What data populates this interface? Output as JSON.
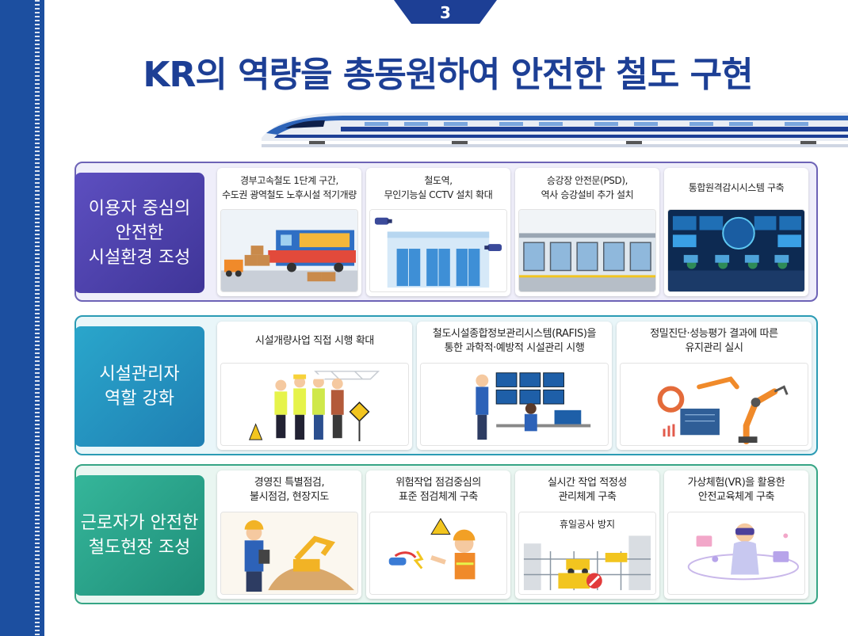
{
  "page_number": "3",
  "title": "KR의 역량을 총동원하여 안전한 철도 구현",
  "colors": {
    "brand_blue": "#1d3f95",
    "stripe_blue": "#1c4fa0",
    "section1": "#5d4fc0",
    "section2": "#2aa6cb",
    "section3": "#35b69a"
  },
  "sections": [
    {
      "label": "이용자 중심의\n안전한\n시설환경 조성",
      "cards": [
        {
          "title": "경부고속철도 1단계 구간,\n수도권 광역철도 노후시설 적기개량",
          "icon": "freight-train-icon"
        },
        {
          "title": "철도역,\n무인기능실 CCTV 설치 확대",
          "icon": "cctv-icon"
        },
        {
          "title": "승강장 안전문(PSD),\n역사 승강설비 추가 설치",
          "icon": "platform-door-icon"
        },
        {
          "title": "통합원격감시시스템 구축",
          "icon": "control-room-icon"
        }
      ]
    },
    {
      "label": "시설관리자\n역할 강화",
      "cards": [
        {
          "title": "시설개량사업 직접 시행 확대",
          "icon": "workers-icon"
        },
        {
          "title": "철도시설종합정보관리시스템(RAFIS)을\n통한 과학적·예방적 시설관리 시행",
          "icon": "monitoring-icon"
        },
        {
          "title": "정밀진단·성능평가 결과에 따른\n유지관리 실시",
          "icon": "robot-arm-icon"
        }
      ]
    },
    {
      "label": "근로자가 안전한\n철도현장 조성",
      "cards": [
        {
          "title": "경영진 특별점검,\n불시점검, 현장지도",
          "icon": "inspector-icon"
        },
        {
          "title": "위험작업 점검중심의\n표준 점검체계 구축",
          "icon": "electric-hazard-icon"
        },
        {
          "title": "실시간 작업 적정성\n관리체계 구축",
          "icon": "construction-site-icon",
          "caption": "휴일공사 방지"
        },
        {
          "title": "가상체험(VR)을 활용한\n안전교육체계 구축",
          "icon": "vr-headset-icon"
        }
      ]
    }
  ]
}
